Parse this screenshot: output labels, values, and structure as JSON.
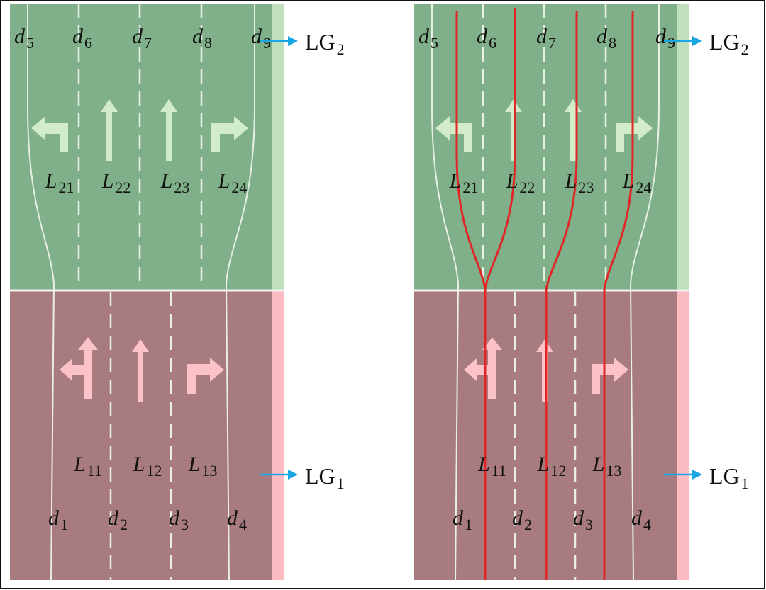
{
  "colors": {
    "upper_fill": "#7fb089",
    "upper_edge": "#bfe0ba",
    "lower_fill": "#a87b80",
    "lower_edge": "#fbbcc1",
    "marking": "#e8efe4",
    "arrow_upper": "#d2ebc8",
    "arrow_lower": "#fbc3c8",
    "path_red": "#e02626",
    "pointer_blue": "#19a7e3",
    "frame": "#111111"
  },
  "icons": {
    "upper": [
      "turn-left-arrow-icon",
      "straight-arrow-icon",
      "straight-arrow-icon",
      "turn-right-arrow-icon"
    ],
    "lower": [
      "left-turn-or-straight-arrow-icon",
      "straight-arrow-icon",
      "turn-right-arrow-icon"
    ]
  },
  "panels": [
    {
      "id": "left",
      "top_labels": [
        {
          "b": "d",
          "s": "5"
        },
        {
          "b": "d",
          "s": "6"
        },
        {
          "b": "d",
          "s": "7"
        },
        {
          "b": "d",
          "s": "8"
        },
        {
          "b": "d",
          "s": "9"
        }
      ],
      "upper_lanes": [
        {
          "b": "L",
          "s": "21"
        },
        {
          "b": "L",
          "s": "22"
        },
        {
          "b": "L",
          "s": "23"
        },
        {
          "b": "L",
          "s": "24"
        }
      ],
      "lower_lanes": [
        {
          "b": "L",
          "s": "11"
        },
        {
          "b": "L",
          "s": "12"
        },
        {
          "b": "L",
          "s": "13"
        }
      ],
      "bottom_labels": [
        {
          "b": "d",
          "s": "1"
        },
        {
          "b": "d",
          "s": "2"
        },
        {
          "b": "d",
          "s": "3"
        },
        {
          "b": "d",
          "s": "4"
        }
      ],
      "lg_upper": {
        "b": "LG",
        "s": "2"
      },
      "lg_lower": {
        "b": "LG",
        "s": "1"
      }
    },
    {
      "id": "right",
      "top_labels": [
        {
          "b": "d",
          "s": "5"
        },
        {
          "b": "d",
          "s": "6"
        },
        {
          "b": "d",
          "s": "7"
        },
        {
          "b": "d",
          "s": "8"
        },
        {
          "b": "d",
          "s": "9"
        }
      ],
      "upper_lanes": [
        {
          "b": "L",
          "s": "21"
        },
        {
          "b": "L",
          "s": "22"
        },
        {
          "b": "L",
          "s": "23"
        },
        {
          "b": "L",
          "s": "24"
        }
      ],
      "lower_lanes": [
        {
          "b": "L",
          "s": "11"
        },
        {
          "b": "L",
          "s": "12"
        },
        {
          "b": "L",
          "s": "13"
        }
      ],
      "bottom_labels": [
        {
          "b": "d",
          "s": "1"
        },
        {
          "b": "d",
          "s": "2"
        },
        {
          "b": "d",
          "s": "3"
        },
        {
          "b": "d",
          "s": "4"
        }
      ],
      "lg_upper": {
        "b": "LG",
        "s": "2"
      },
      "lg_lower": {
        "b": "LG",
        "s": "1"
      }
    }
  ]
}
